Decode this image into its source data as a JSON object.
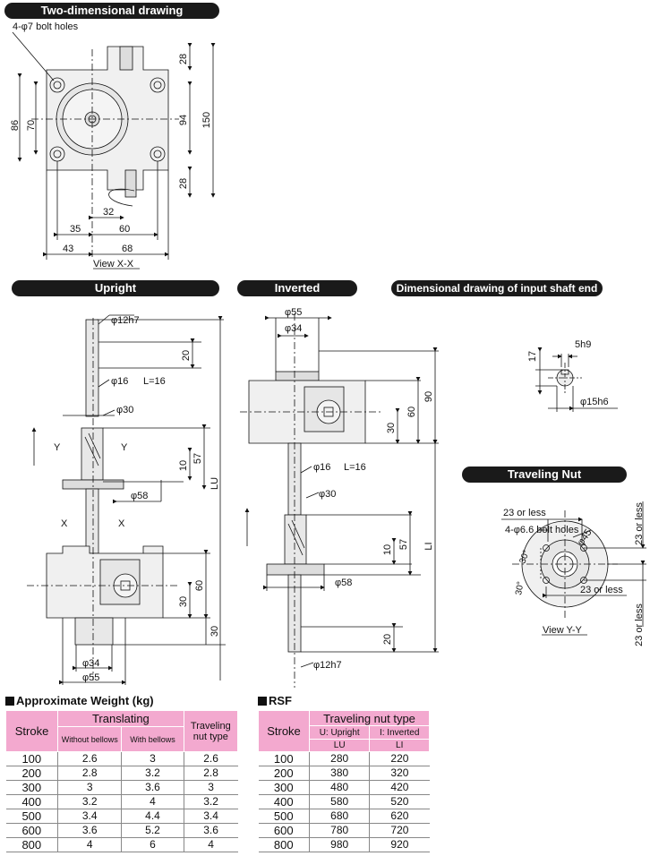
{
  "headers": {
    "two_dim": "Two-dimensional drawing",
    "upright": "Upright",
    "inverted": "Inverted",
    "shaft_end": "Dimensional drawing of input shaft end",
    "traveling_nut": "Traveling Nut"
  },
  "dims": {
    "bolt_holes": "4-φ7 bolt holes",
    "d86": "86",
    "d70": "70",
    "d28a": "28",
    "d94": "94",
    "d150": "150",
    "d28b": "28",
    "d32": "32",
    "d35": "35",
    "d60a": "60",
    "d43": "43",
    "d68": "68",
    "view_xx": "View X-X",
    "phi12h7": "φ12h7",
    "d20a": "20",
    "phi16": "φ16",
    "l16": "L=16",
    "phi30": "φ30",
    "y": "Y",
    "x": "X",
    "d10": "10",
    "d57": "57",
    "lu": "LU",
    "phi58": "φ58",
    "d30a": "30",
    "d60b": "60",
    "d30b": "30",
    "phi34": "φ34",
    "phi55": "φ55",
    "inv_phi55": "φ55",
    "inv_phi34": "φ34",
    "d90": "90",
    "inv_d60": "60",
    "inv_d30": "30",
    "inv_phi16": "φ16",
    "inv_l16": "L=16",
    "inv_phi30": "φ30",
    "inv_d10": "10",
    "inv_d57": "57",
    "li": "LI",
    "inv_phi58": "φ58",
    "inv_d20": "20",
    "inv_phi12h7": "φ12h7",
    "h9": "5h9",
    "d17": "17",
    "phi15h6": "φ15h6",
    "or_less_a": "23 or less",
    "nut_bolt": "4-φ6.6 bolt holes",
    "phi45": "φ45",
    "or_less_b": "23 or less",
    "or_less_c": "23 or less",
    "or_less_d": "23 or less",
    "deg30a": "30°",
    "deg30b": "30°",
    "view_yy": "View Y-Y"
  },
  "weight_table": {
    "title": "Approximate Weight (kg)",
    "col_stroke": "Stroke",
    "col_translating": "Translating",
    "col_without": "Without bellows",
    "col_with": "With bellows",
    "col_traveling": "Traveling nut type",
    "rows": [
      {
        "stroke": "100",
        "without": "2.6",
        "with": "3",
        "nut": "2.6"
      },
      {
        "stroke": "200",
        "without": "2.8",
        "with": "3.2",
        "nut": "2.8"
      },
      {
        "stroke": "300",
        "without": "3",
        "with": "3.6",
        "nut": "3"
      },
      {
        "stroke": "400",
        "without": "3.2",
        "with": "4",
        "nut": "3.2"
      },
      {
        "stroke": "500",
        "without": "3.4",
        "with": "4.4",
        "nut": "3.4"
      },
      {
        "stroke": "600",
        "without": "3.6",
        "with": "5.2",
        "nut": "3.6"
      },
      {
        "stroke": "800",
        "without": "4",
        "with": "6",
        "nut": "4"
      }
    ]
  },
  "rsf_table": {
    "title": "RSF",
    "col_stroke": "Stroke",
    "col_traveling": "Traveling nut type",
    "col_upright": "U: Upright",
    "col_inverted": "I: Inverted",
    "col_lu": "LU",
    "col_li": "LI",
    "rows": [
      {
        "stroke": "100",
        "lu": "280",
        "li": "220"
      },
      {
        "stroke": "200",
        "lu": "380",
        "li": "320"
      },
      {
        "stroke": "300",
        "lu": "480",
        "li": "420"
      },
      {
        "stroke": "400",
        "lu": "580",
        "li": "520"
      },
      {
        "stroke": "500",
        "lu": "680",
        "li": "620"
      },
      {
        "stroke": "600",
        "lu": "780",
        "li": "720"
      },
      {
        "stroke": "800",
        "lu": "980",
        "li": "920"
      }
    ]
  }
}
